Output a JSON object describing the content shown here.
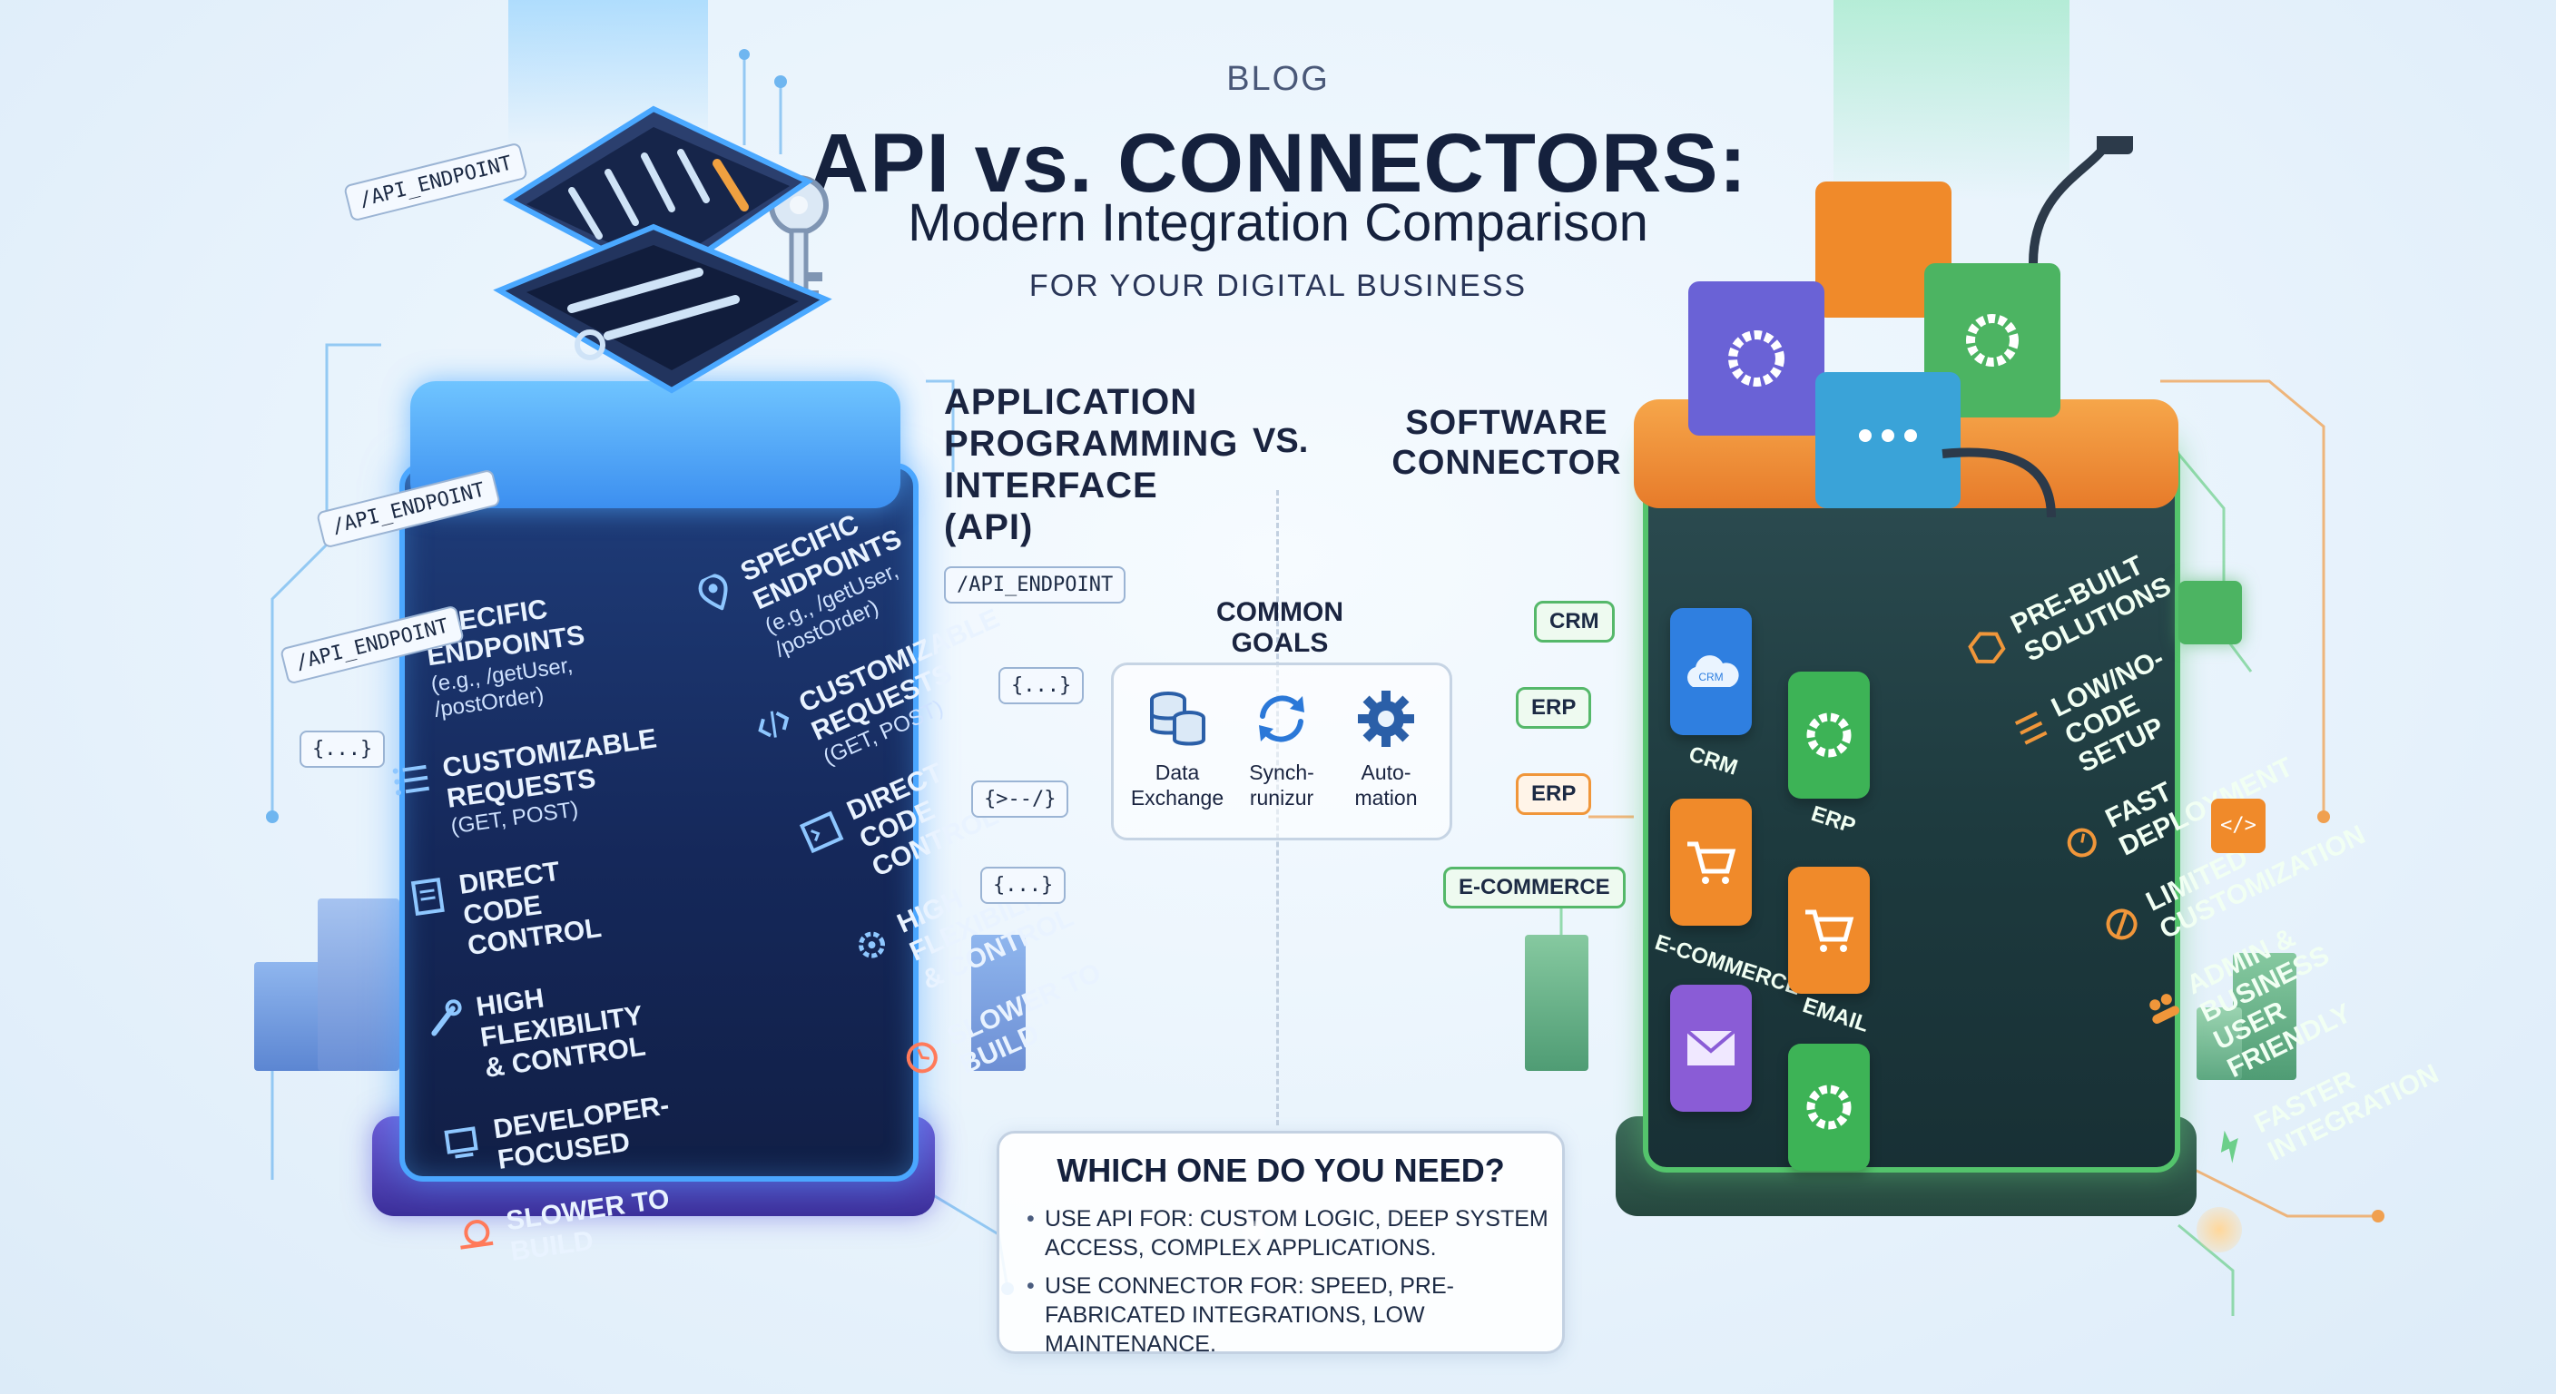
{
  "header": {
    "blog": "BLOG",
    "title": "API vs. CONNECTORS:",
    "subtitle": "Modern Integration Comparison",
    "tagline": "FOR YOUR DIGITAL BUSINESS"
  },
  "comparison": {
    "api_heading": "APPLICATION PROGRAMMING INTERFACE (API)",
    "vs": "VS.",
    "connector_heading": "SOFTWARE CONNECTOR"
  },
  "common_goals": {
    "title": "COMMON GOALS",
    "items": [
      {
        "label": "Data Exchange",
        "icon": "database-icon"
      },
      {
        "label": "Synch-runizur",
        "icon": "sync-icon"
      },
      {
        "label": "Auto-mation",
        "icon": "gear-icon"
      }
    ]
  },
  "api_tower": {
    "left_features": [
      {
        "title": "SPECIFIC ENDPOINTS",
        "detail": "(e.g., /getUser, /postOrder)",
        "icon": "list-icon"
      },
      {
        "title": "CUSTOMIZABLE REQUESTS",
        "detail": "(GET, POST)",
        "icon": "list-icon"
      },
      {
        "title": "DIRECT CODE CONTROL",
        "detail": "",
        "icon": "document-icon"
      },
      {
        "title": "HIGH FLEXIBILITY & CONTROL",
        "detail": "",
        "icon": "wrench-icon"
      },
      {
        "title": "DEVELOPER-FOCUSED",
        "detail": "",
        "icon": "developer-icon"
      },
      {
        "title": "SLOWER TO BUILD",
        "detail": "",
        "icon": "snail-icon"
      }
    ],
    "right_features": [
      {
        "title": "SPECIFIC ENDPOINTS",
        "detail": "(e.g., /getUser, /postOrder)",
        "icon": "pin-icon"
      },
      {
        "title": "CUSTOMIZABLE REQUESTS",
        "detail": "(GET, POST)",
        "icon": "code-icon"
      },
      {
        "title": "DIRECT CODE CONTROL",
        "detail": "",
        "icon": "terminal-icon"
      },
      {
        "title": "HIGH FLEXIBILITY & CONTROL",
        "detail": "",
        "icon": "gear-icon"
      },
      {
        "title": "SLOWER TO BUILD",
        "detail": "",
        "icon": "clock-icon"
      }
    ],
    "tags": [
      "/API_ENDPOINT",
      "/API_ENDPOINT",
      "/API_ENDPOINT",
      "/API_ENDPOINT",
      "{...}",
      "{...}",
      "{>--/}",
      "{...}"
    ]
  },
  "connector_tower": {
    "tiles": [
      {
        "label": "CRM",
        "color": "#2f7fe0"
      },
      {
        "label": "ERP",
        "color": "#3db356"
      },
      {
        "label": "E-COMMERCE",
        "color": "#f08a2a"
      },
      {
        "label": "EMAIL",
        "color": "#f08a2a"
      },
      {
        "label": "",
        "color": "#8a5cd6"
      },
      {
        "label": "",
        "color": "#3db356"
      }
    ],
    "tile_inner_crm": "CRM",
    "features": [
      {
        "title": "PRE-BUILT SOLUTIONS",
        "icon": "box-icon"
      },
      {
        "title": "LOW/NO-CODE SETUP",
        "icon": "list-icon"
      },
      {
        "title": "FAST DEPLOYMENT",
        "icon": "stopwatch-icon"
      },
      {
        "title": "LIMITED CUSTOMIZATION",
        "icon": "block-icon"
      },
      {
        "title": "ADMIN & BUSINESS USER FRIENDLY",
        "icon": "users-icon"
      },
      {
        "title": "FASTER INTEGRATION",
        "icon": "bolt-icon"
      }
    ],
    "side_tags": [
      "CRM",
      "ERP",
      "ERP",
      "E-COMMERCE"
    ]
  },
  "decision": {
    "title": "WHICH ONE DO YOU NEED?",
    "items": [
      "USE API FOR: CUSTOM LOGIC, DEEP SYSTEM ACCESS, COMPLEX APPLICATIONS.",
      "USE CONNECTOR FOR: SPEED, PRE-FABRICATED INTEGRATIONS, LOW MAINTENANCE."
    ]
  },
  "colors": {
    "api_accent": "#4ba7ff",
    "connector_accent": "#54c46c",
    "connector_top": "#f08a2a"
  }
}
